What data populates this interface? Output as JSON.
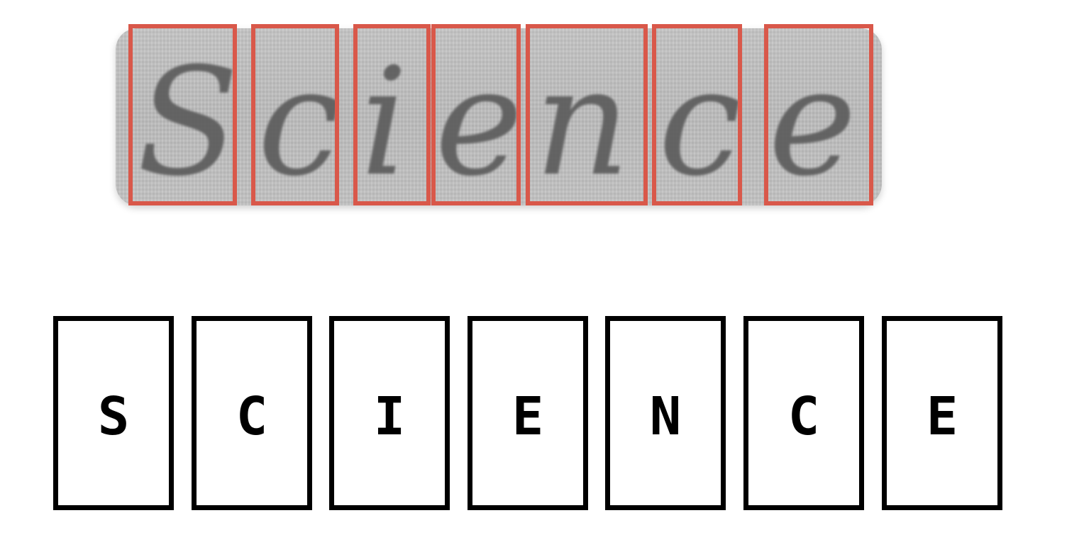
{
  "input_word": {
    "glyphs": [
      "S",
      "c",
      "i",
      "e",
      "n",
      "c",
      "e"
    ]
  },
  "segment_color": "#d9584a",
  "recognized_characters": [
    "S",
    "C",
    "I",
    "E",
    "N",
    "C",
    "E"
  ]
}
